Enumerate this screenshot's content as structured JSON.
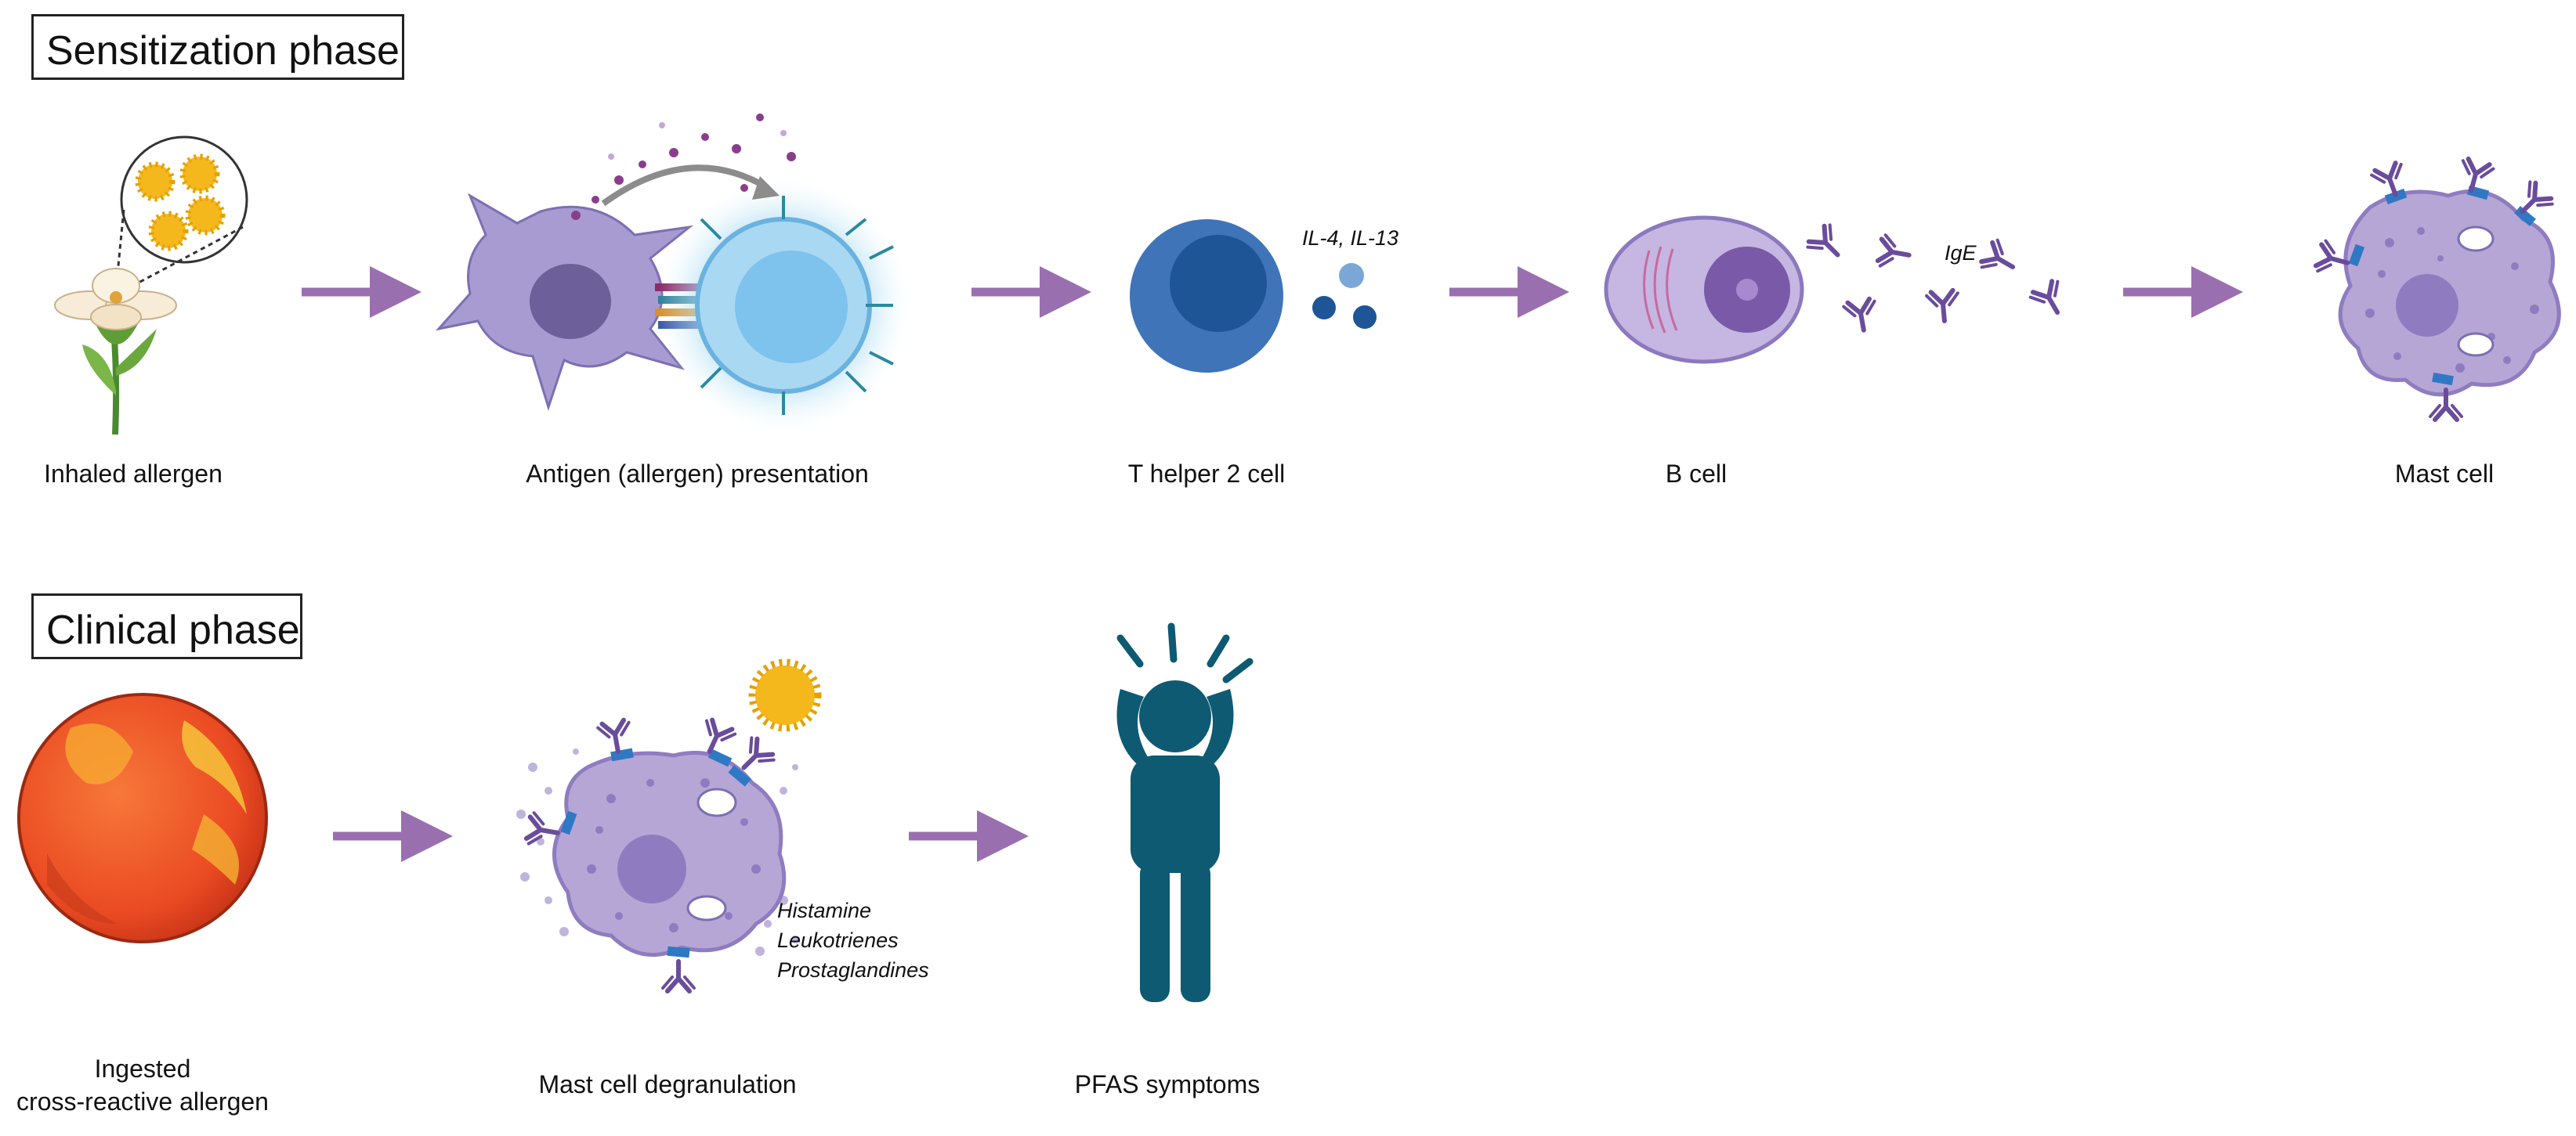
{
  "sensitization": {
    "title": "Sensitization phase",
    "steps": [
      {
        "label": "Inhaled allergen"
      },
      {
        "label": "Antigen (allergen) presentation"
      },
      {
        "label": "T helper 2 cell"
      },
      {
        "label": "B cell"
      },
      {
        "label": "Mast cell"
      }
    ],
    "cytokines": "IL-4, IL-13",
    "antibody": "IgE"
  },
  "clinical": {
    "title": "Clinical phase",
    "steps": [
      {
        "label_line1": "Ingested",
        "label_line2": "cross-reactive allergen"
      },
      {
        "label": "Mast cell degranulation"
      },
      {
        "label": "PFAS symptoms"
      }
    ],
    "mediators": [
      "Histamine",
      "Leukotrienes",
      "Prostaglandines"
    ]
  },
  "colors": {
    "arrow": "#9a6fb0",
    "cell_purple": "#b6a6d6",
    "th2_blue": "#3f74b8",
    "receptor_blue": "#2f78c4",
    "person_teal": "#0e5a72",
    "peach": "#ef5a2a",
    "pollen": "#f4b81c"
  }
}
